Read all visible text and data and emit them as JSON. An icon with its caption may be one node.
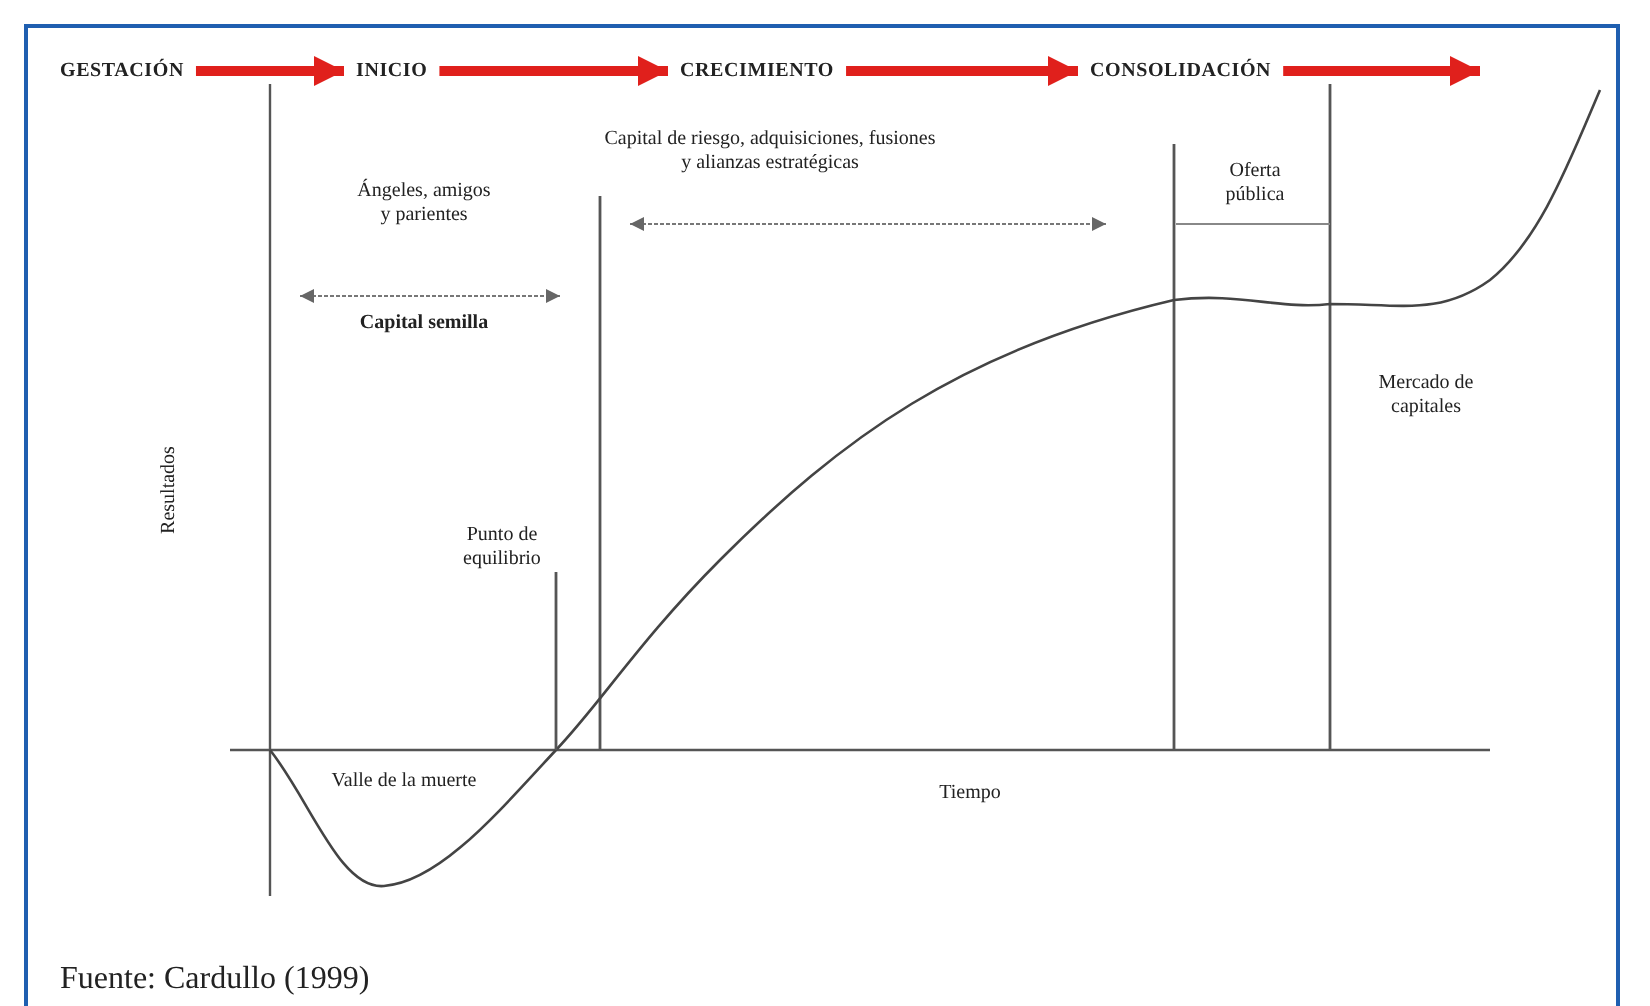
{
  "diagram": {
    "caption": "Fuente: Cardullo (1999)",
    "nodes": [
      {
        "text": [
          "GESTACIÓN"
        ]
      },
      {
        "text": [
          "INICIO"
        ]
      },
      {
        "text": [
          "CRECIMIENTO"
        ]
      },
      {
        "text": [
          "CONSOLIDACIÓN"
        ]
      },
      {
        "text": [
          "Punto de equilibrio"
        ]
      }
    ],
    "edges": [
      {
        "from": 0,
        "to": 1,
        "arrow": "to"
      },
      {
        "from": 1,
        "to": 2,
        "arrow": "to"
      },
      {
        "from": 2,
        "to": 3,
        "arrow": "to"
      },
      {
        "from": 3,
        "to": null,
        "arrow": "to"
      },
      {
        "from": 4,
        "to": null,
        "arrow": "none",
        "color": "#555555"
      }
    ],
    "labels": [
      "Ángeles, amigos y parientes",
      "Capital semilla",
      "Capital de riesgo, adquisiciones, fusiones y alianzas estratégicas",
      "Oferta pública",
      "Resultados",
      "Mercado de capitales",
      "Valle de la muerte",
      "Tiempo"
    ]
  }
}
